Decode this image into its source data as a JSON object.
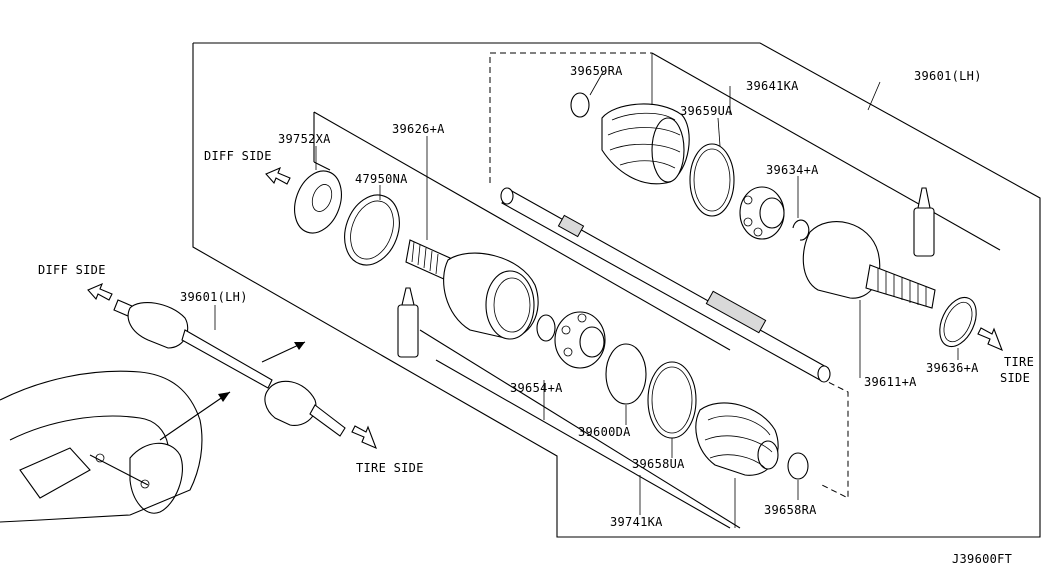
{
  "labels": {
    "l39601_top": "39601(LH)",
    "l39659RA": "39659RA",
    "l39641KA": "39641KA",
    "l39659UA": "39659UA",
    "l39626": "39626+A",
    "l39752XA": "39752XA",
    "l47950NA": "47950NA",
    "l39634": "39634+A",
    "l39654": "39654+A",
    "l39600DA": "39600DA",
    "l39658UA": "39658UA",
    "l39741KA": "39741KA",
    "l39658RA": "39658RA",
    "l39611": "39611+A",
    "l39636": "39636+A",
    "l39601_left": "39601(LH)"
  },
  "directions": {
    "diff_side_top": "DIFF SIDE",
    "diff_side_left": "DIFF SIDE",
    "tire_side_bottom": "TIRE SIDE",
    "tire_side_right_1": "TIRE",
    "tire_side_right_2": "SIDE"
  },
  "diagram_code": "J39600FT"
}
